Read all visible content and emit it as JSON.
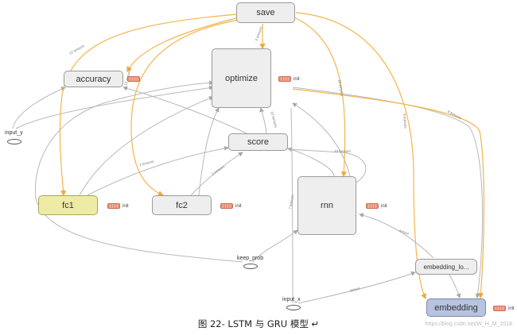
{
  "nodes": {
    "save": "save",
    "optimize": "optimize",
    "accuracy": "accuracy",
    "score": "score",
    "fc1": "fc1",
    "fc2": "fc2",
    "rnn": "rnn",
    "embedding_lookup": "embedding_lo...",
    "embedding": "embedding"
  },
  "placeholders": {
    "input_y": "input_y",
    "keep_prob": "keep_prob",
    "input_x": "input_x"
  },
  "init_label": "init",
  "edge_labels": {
    "save_fc1": "12 tensors",
    "save_optimize": "2 tensors",
    "save_fc2": "12 tensors",
    "save_rnn": "18 tensors",
    "save_embedding": "6 tensors",
    "opt_embedding": "6 tensors",
    "fc1_score": "2 tensors",
    "fc2_score": "2 tensors",
    "rnn_score": "10 tensors",
    "score_optimize": "10 tensors",
    "keep_prob_rnn": "7 tensors",
    "emb_rnn": "tensor",
    "input_x_emb": "tensor"
  },
  "caption": "图 22-  LSTM 与 GRU 模型 ↵",
  "watermark": "https://blog.csdn.net/W_H_M_2018",
  "colors": {
    "orange_edge": "#f2b54a",
    "grey_edge": "#b5b5b5",
    "node_fill": "#eeeeee",
    "fc1_fill": "#eeeca4",
    "embedding_fill": "#b8c3e0"
  }
}
